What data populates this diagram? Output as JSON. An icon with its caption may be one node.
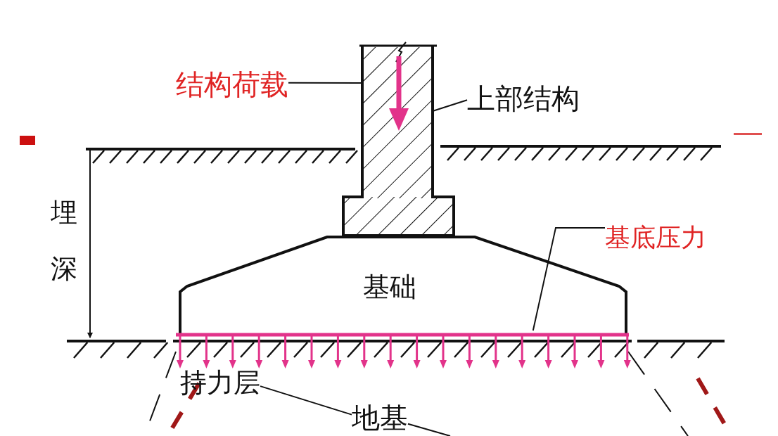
{
  "diagram": {
    "nodes": [
      {
        "text": [],
        "shape": "box"
      },
      {
        "text": [
          "结构荷载"
        ]
      },
      {
        "text": [
          "上部结构"
        ]
      },
      {
        "text": [
          "基底压力"
        ]
      },
      {
        "text": [
          "基础"
        ]
      },
      {
        "text": [],
        "shape": "bar"
      },
      {
        "text": [
          "持力层"
        ]
      },
      {
        "text": [
          "地基"
        ]
      }
    ],
    "edges": [
      {
        "from": 1,
        "to": 0,
        "arrow": "none"
      },
      {
        "from": 2,
        "to": 0,
        "arrow": "none"
      },
      {
        "from": 3,
        "to": 5,
        "arrow": "none"
      },
      {
        "from": 6,
        "to": 7,
        "arrow": "none"
      },
      {
        "from": 7,
        "to": null,
        "arrow": "none"
      }
    ],
    "labels": [
      "埋深"
    ]
  }
}
